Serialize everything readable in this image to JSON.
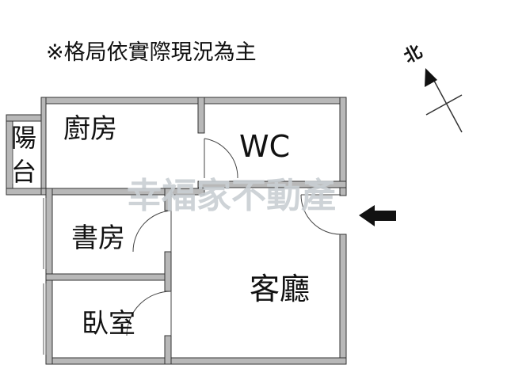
{
  "header": {
    "note": "※格局依實際現況為主"
  },
  "compass": {
    "label": "北",
    "icon": "north-arrow-icon"
  },
  "rooms": {
    "balcony": {
      "label_line1": "陽",
      "label_line2": "台"
    },
    "kitchen": {
      "label": "廚房"
    },
    "wc": {
      "label": "WC"
    },
    "study": {
      "label": "書房"
    },
    "bedroom": {
      "label": "臥室"
    },
    "living": {
      "label": "客廳"
    }
  },
  "watermark": {
    "text": "幸福家不動產"
  },
  "entrance": {
    "icon": "entrance-arrow-icon"
  },
  "colors": {
    "wall_fill": "#b8b8b8",
    "wall_stroke": "#333333",
    "watermark": "#c9cfd3",
    "text": "#111111"
  }
}
